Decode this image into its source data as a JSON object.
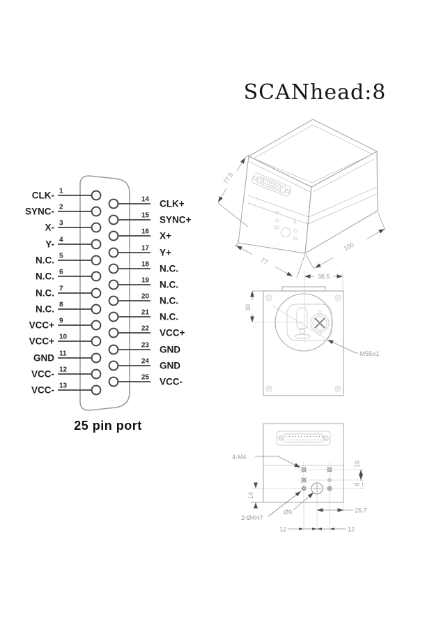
{
  "title": "SCANhead:8",
  "pinout": {
    "caption": "25 pin port",
    "left_pins": [
      {
        "num": "1",
        "label": "CLK-"
      },
      {
        "num": "2",
        "label": "SYNC-"
      },
      {
        "num": "3",
        "label": "X-"
      },
      {
        "num": "4",
        "label": "Y-"
      },
      {
        "num": "5",
        "label": "N.C."
      },
      {
        "num": "6",
        "label": "N.C."
      },
      {
        "num": "7",
        "label": "N.C."
      },
      {
        "num": "8",
        "label": "N.C."
      },
      {
        "num": "9",
        "label": "VCC+"
      },
      {
        "num": "10",
        "label": "VCC+"
      },
      {
        "num": "11",
        "label": "GND"
      },
      {
        "num": "12",
        "label": "VCC-"
      },
      {
        "num": "13",
        "label": "VCC-"
      }
    ],
    "right_pins": [
      {
        "num": "14",
        "label": "CLK+"
      },
      {
        "num": "15",
        "label": "SYNC+"
      },
      {
        "num": "16",
        "label": "X+"
      },
      {
        "num": "17",
        "label": "Y+"
      },
      {
        "num": "18",
        "label": "N.C."
      },
      {
        "num": "19",
        "label": "N.C."
      },
      {
        "num": "20",
        "label": "N.C."
      },
      {
        "num": "21",
        "label": "N.C."
      },
      {
        "num": "22",
        "label": "VCC+"
      },
      {
        "num": "23",
        "label": "GND"
      },
      {
        "num": "24",
        "label": "GND"
      },
      {
        "num": "25",
        "label": "VCC-"
      }
    ]
  },
  "iso_view": {
    "dim_depth": "77.5",
    "dim_width": "77",
    "dim_length": "100"
  },
  "rear_view": {
    "dim_width": "38.5",
    "dim_offset": "30",
    "thread_label": "M55x1"
  },
  "bottom_view": {
    "label_m4": "4-M4",
    "label_h7": "2-Ø4H7",
    "label_d9": "Ø9",
    "dim_10": "10",
    "dim_8": "8",
    "dim_14": "14",
    "dim_25_7": "25.7",
    "dim_12_left": "12",
    "dim_12_right": "12"
  },
  "colors": {
    "pin_line": "#3f3f3f",
    "drawing_line": "#a9a9a9",
    "dim_text": "#9f9f9f",
    "label_text": "#1c1c1c"
  }
}
